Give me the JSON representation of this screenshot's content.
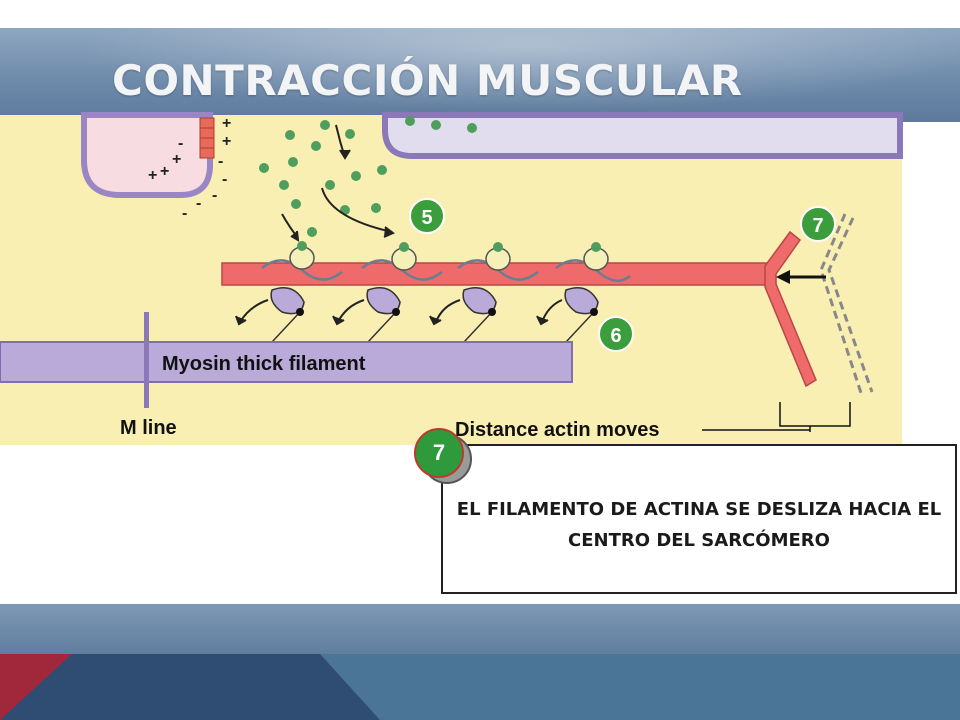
{
  "slide": {
    "title": "CONTRACCIÓN MUSCULAR",
    "callout_number": "7",
    "callout_text": "EL FILAMENTO DE ACTINA SE DESLIZA HACIA EL CENTRO DEL SARCÓMERO"
  },
  "diagram": {
    "step_labels": [
      "5",
      "6",
      "7"
    ],
    "thick_filament_label": "Myosin thick filament",
    "m_line_label": "M line",
    "distance_label": "Distance actin moves",
    "charge_plus": "+",
    "charge_minus": "-"
  },
  "colors": {
    "cytoplasm": "#faefb3",
    "actin": "#ef6b6b",
    "myosin": "#b9aad9",
    "calcium": "#4f9e5e",
    "step_badge": "#3c9d3c",
    "title_band": "#6f8bab"
  }
}
